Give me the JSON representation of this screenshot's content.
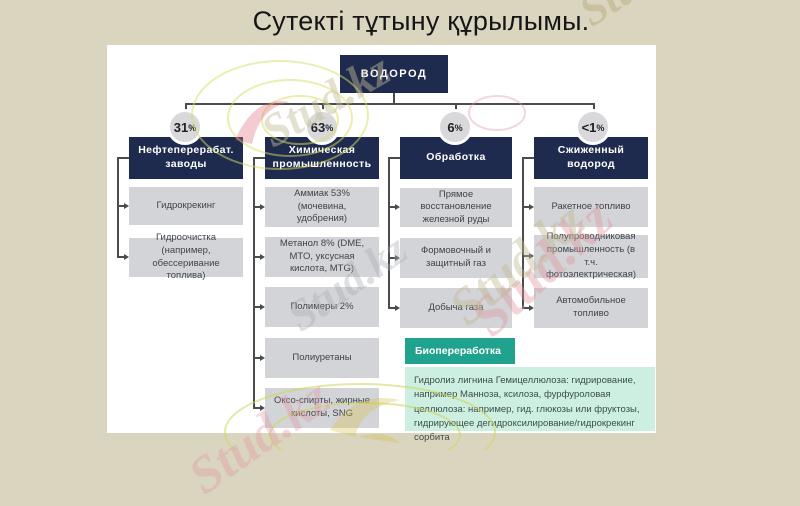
{
  "title": "Сутекті тұтыну құрылымы.",
  "root": {
    "label": "ВОДОРОД"
  },
  "columns": [
    {
      "percent": {
        "value": "31",
        "sign": "%"
      },
      "header": "Нефтеперерабат. заводы",
      "items": [
        "Гидрокрекинг",
        "Гидроочистка (например, обессеривание топлива)"
      ]
    },
    {
      "percent": {
        "value": "63",
        "sign": "%"
      },
      "header": "Химическая промышленность",
      "items": [
        "Аммиак 53% (мочевина, удобрения)",
        "Метанол 8% (DME, MTO, уксусная кислота, MTG)",
        "Полимеры 2%",
        "Полиуретаны",
        "Оксо-спирты, жирные кислоты, SNG"
      ]
    },
    {
      "percent": {
        "value": "6",
        "sign": "%"
      },
      "header": "Обработка",
      "items": [
        "Прямое восстановление железной руды",
        "Формовочный и защитный газ",
        "Добыча газа"
      ]
    },
    {
      "percent": {
        "value": "<1",
        "sign": "%"
      },
      "header": "Сжиженный водород",
      "items": [
        "Ракетное топливо",
        "Полупроводниковая промышленность (в т.ч. фотоэлектрическая)",
        "Автомобильное топливо"
      ]
    }
  ],
  "bioprocessing": {
    "label": "Биопереработка",
    "body": "Гидролиз лигнина Гемицеллюлоза: гидрирование, например Манноза, ксилоза, фурфуроловая целлюлоза: например, гид. глюкозы или фруктозы, гидрирующее дегидроксилирование/гидрокрекинг сорбита"
  },
  "watermark": {
    "text": "Stud.kz"
  },
  "colors": {
    "background_beige": "#dad5bf",
    "panel_white": "#ffffff",
    "navy": "#1f2b4e",
    "box_gray": "#d3d4d7",
    "circle_gray": "#d9d9db",
    "teal": "#20a38e",
    "mint": "#ccefe1",
    "line": "#4a4c4f"
  }
}
